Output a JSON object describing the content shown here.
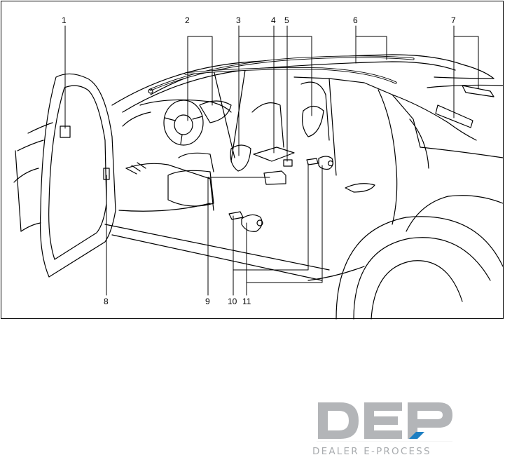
{
  "figure": {
    "callouts": [
      "1",
      "2",
      "3",
      "4",
      "5",
      "6",
      "7",
      "8",
      "9",
      "10",
      "11"
    ]
  },
  "logo": {
    "letters": "DEP",
    "tagline": "DEALER E-PROCESS",
    "color": "#b3b5b8",
    "accent_color": "#1e7fc2"
  }
}
